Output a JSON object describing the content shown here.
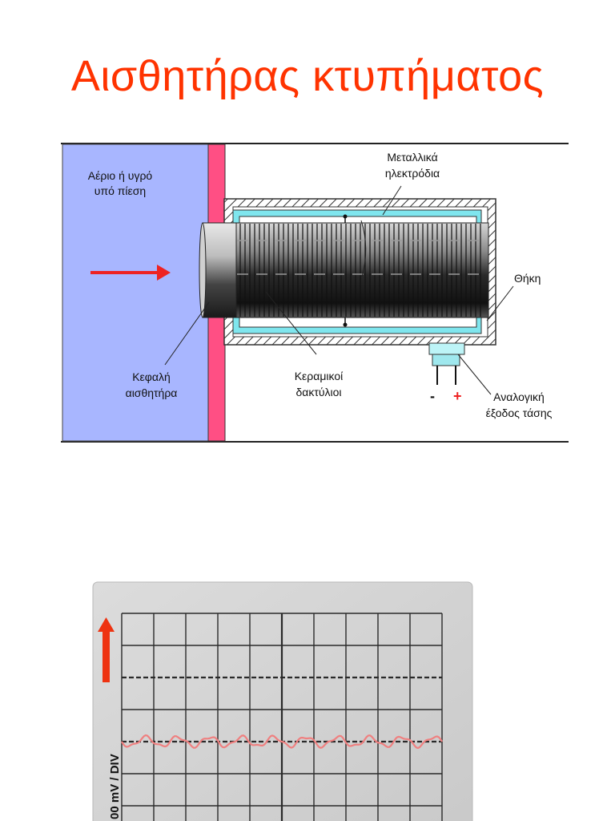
{
  "title": "Αισθητήρας κτυπήματος",
  "diagram": {
    "gas_label": [
      "Αέριο ή υγρό",
      "υπό πίεση"
    ],
    "electrodes_label": [
      "Μεταλλικά",
      "ηλεκτρόδια"
    ],
    "housing_label": "Θήκη",
    "head_label": [
      "Κεφαλή",
      "αισθητήρα"
    ],
    "rings_label": [
      "Κεραμικοί",
      "δακτύλιοι"
    ],
    "output_label": [
      "Αναλογική",
      "έξοδος τάσης"
    ],
    "minus": "-",
    "plus": "+"
  },
  "scope": {
    "scale_label": "00 mV / DIV",
    "colors": {
      "trace": "#ef8080",
      "arrow": "#ee3311",
      "grid": "#2a2a2a"
    }
  },
  "colors": {
    "title": "#ff3300",
    "fluid": "#a8b6ff",
    "wall": "#ff4f84",
    "inner": "#7fe6ee"
  }
}
